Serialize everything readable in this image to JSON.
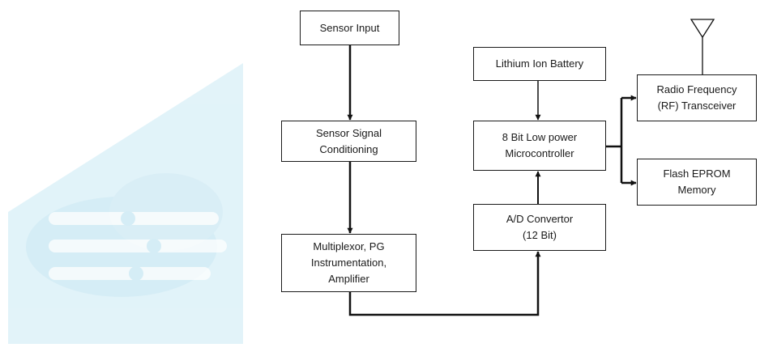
{
  "blocks": {
    "sensor_input": [
      "Sensor Input"
    ],
    "signal_conditioning": [
      "Sensor Signal",
      "Conditioning"
    ],
    "multiplexor": [
      "Multiplexor, PG",
      "Instrumentation,",
      "Amplifier"
    ],
    "battery": [
      "Lithium Ion Battery"
    ],
    "microcontroller": [
      "8 Bit Low power",
      "Microcontroller"
    ],
    "adc": [
      "A/D Convertor",
      "(12 Bit)"
    ],
    "rf_transceiver": [
      "Radio Frequency",
      "(RF) Transceiver"
    ],
    "flash_memory": [
      "Flash EPROM",
      "Memory"
    ]
  },
  "colors": {
    "line": "#111111",
    "box_border": "#1a1a1a",
    "watermark": "#d5eef6"
  },
  "icons": {
    "antenna": "antenna-icon",
    "watermark": "cloud-logo-watermark"
  }
}
